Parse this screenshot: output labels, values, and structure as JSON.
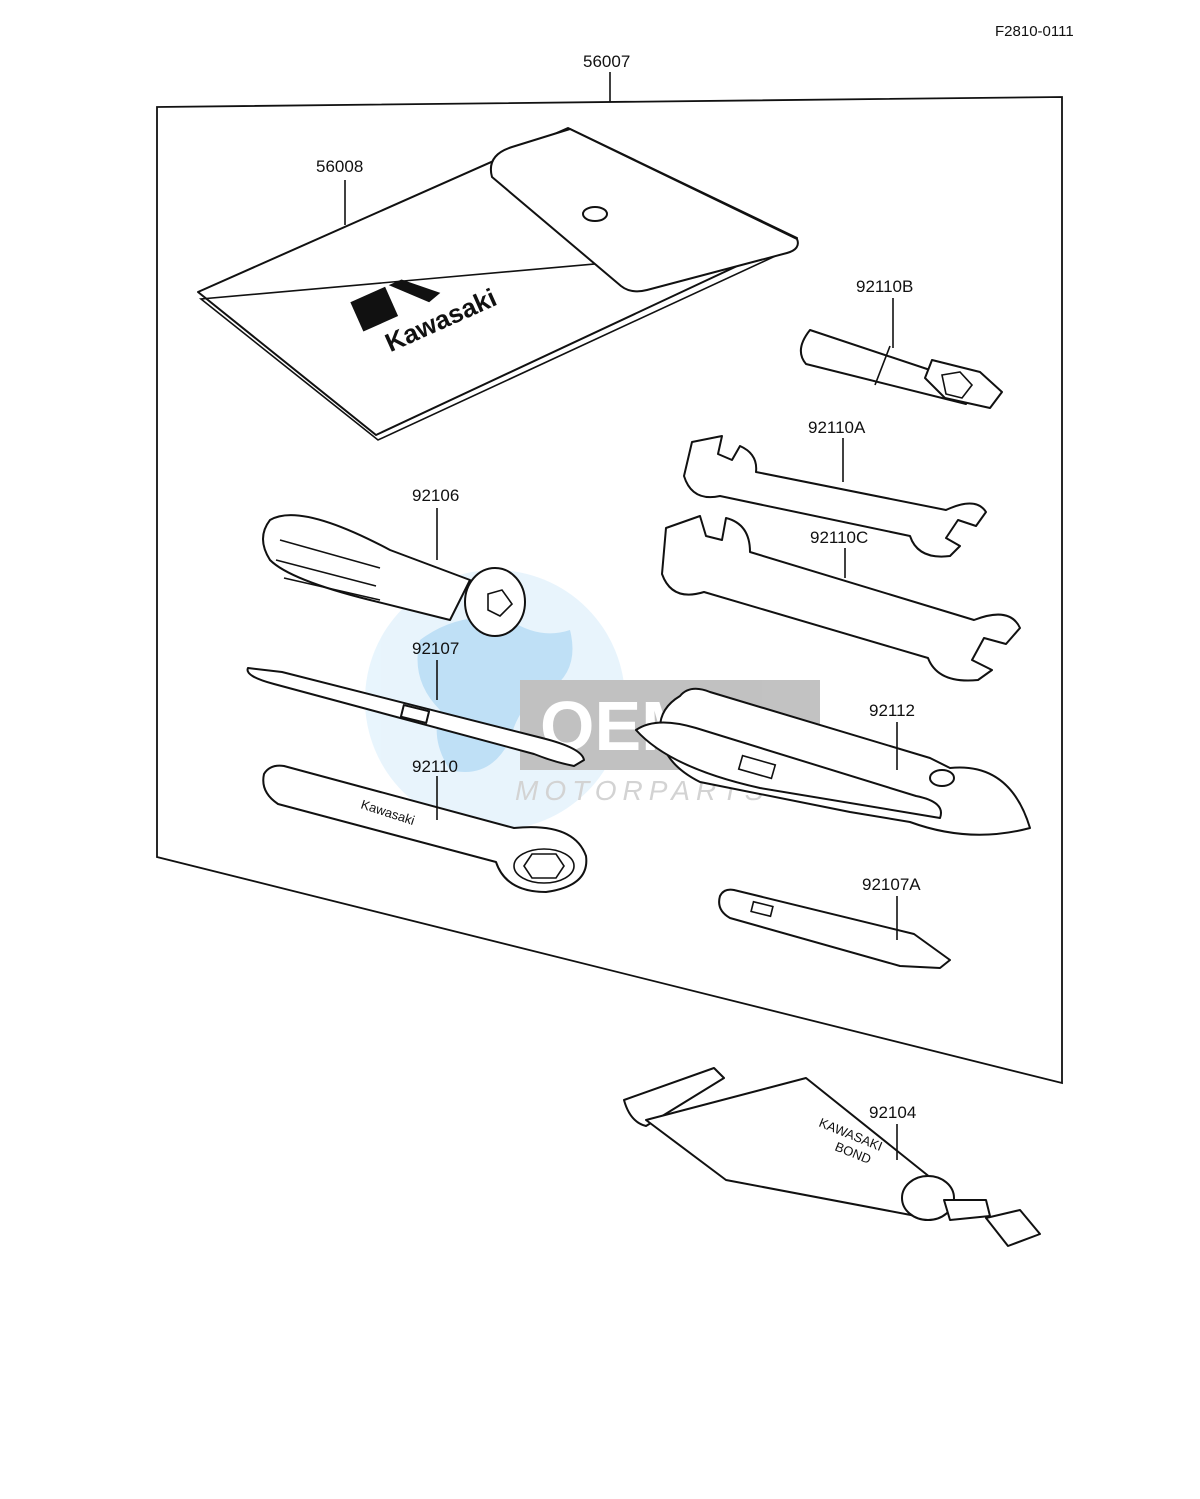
{
  "diagram_code": "F2810-0111",
  "parts": {
    "kit": "56007",
    "pouch": "56008",
    "plug_wrench": "92110B",
    "wrench_a": "92110A",
    "wrench_c": "92110C",
    "driver_handle": "92106",
    "screwdriver": "92107",
    "box_wrench": "92110",
    "pliers": "92112",
    "phillips_bit": "92107A",
    "bond_tube": "92104"
  },
  "brand": {
    "pouch_logo": "Kawasaki",
    "wrench_stamp": "Kawasaki",
    "tube_line1": "KAWASAKI",
    "tube_line2": "BOND"
  },
  "watermark": {
    "brand": "OEM",
    "sub": "MOTORPARTS",
    "color": "#4aa8e8"
  }
}
